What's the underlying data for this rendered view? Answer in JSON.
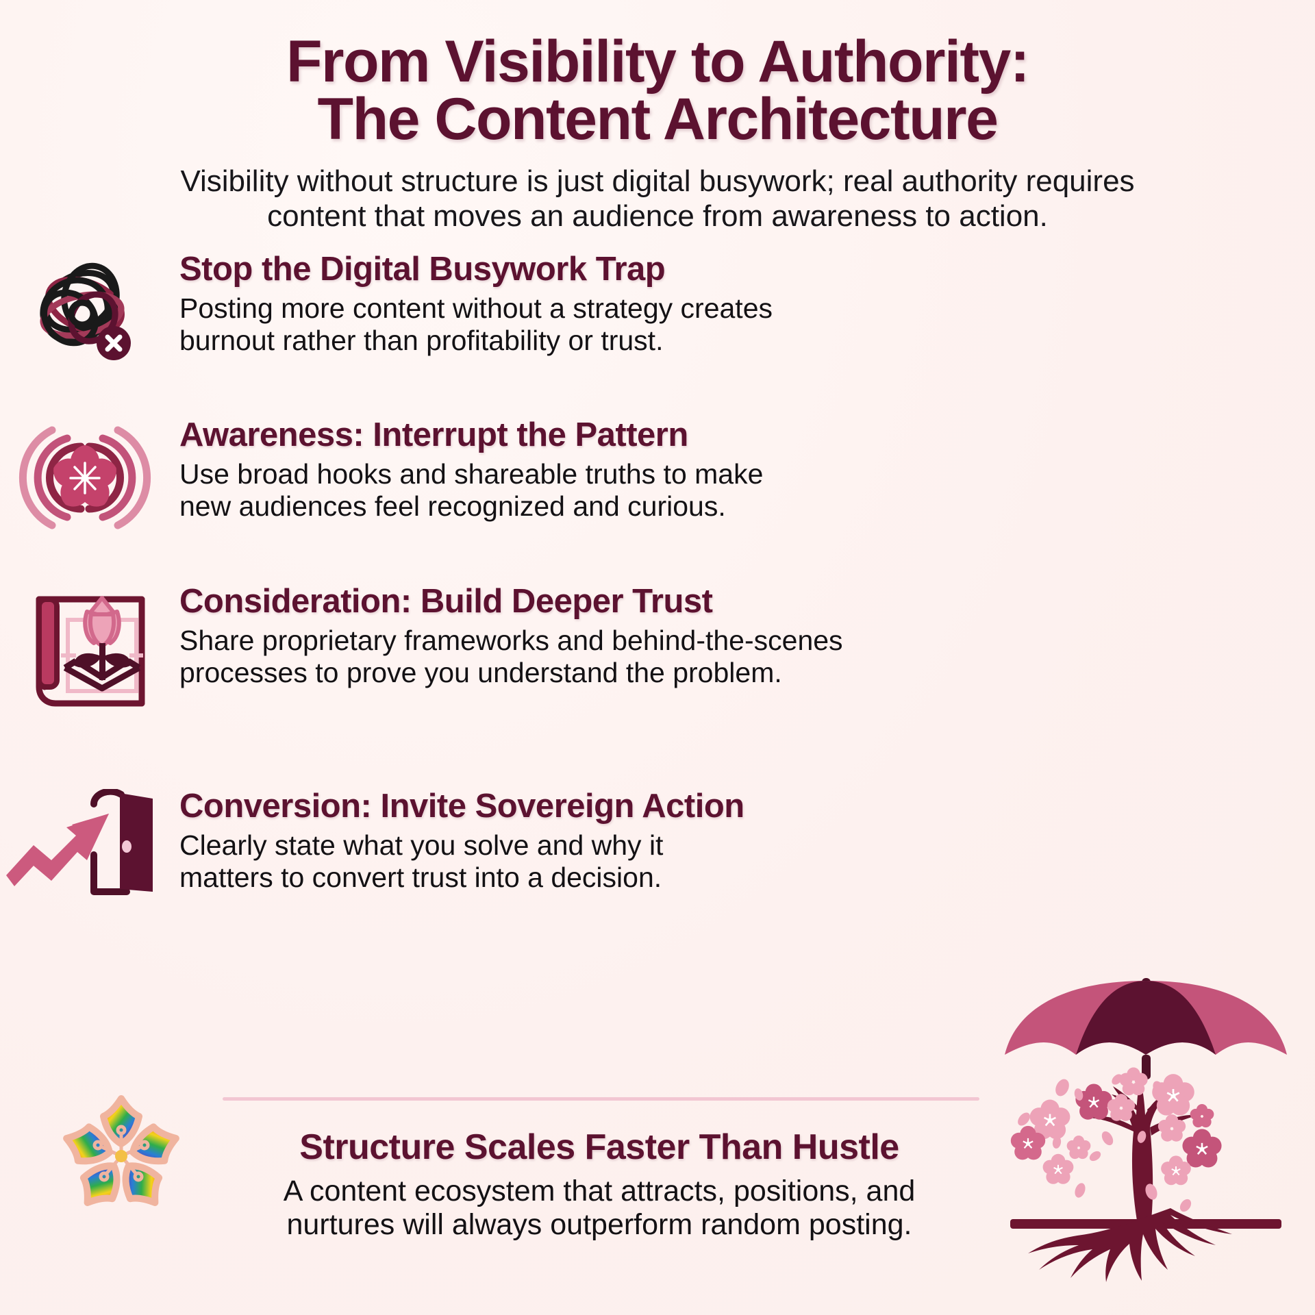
{
  "colors": {
    "background": "#fdf2f0",
    "heading": "#5c1230",
    "body_text": "#131114",
    "accent_pink": "#c9547a",
    "soft_pink": "#f2c6d2",
    "deep_plum": "#5c1230"
  },
  "header": {
    "title_line1": "From Visibility to Authority:",
    "title_line2": "The Content Architecture",
    "subtitle_line1": "Visibility without structure is just digital busywork; real authority",
    "subtitle_line2": "requires content that moves an audience from awareness to action."
  },
  "items": [
    {
      "icon": "tangled-scribble-x-icon",
      "title": "Stop the Digital Busywork Trap",
      "body_line1": "Posting more content without a strategy creates",
      "body_line2": "burnout rather than profitability or trust."
    },
    {
      "icon": "cherry-blossom-signal-waves-icon",
      "title": "Awareness: Interrupt the Pattern",
      "body_line1": "Use broad hooks and shareable truths to make",
      "body_line2": "new audiences feel recognized and curious."
    },
    {
      "icon": "blueprint-scroll-tulip-icon",
      "title": "Consideration: Build Deeper Trust",
      "body_line1": "Share proprietary frameworks and behind-the-scenes",
      "body_line2": "processes to prove you understand the problem."
    },
    {
      "icon": "growth-arrow-open-door-icon",
      "title": "Conversion: Invite Sovereign Action",
      "body_line1": "Clearly state what you solve and why it",
      "body_line2": "matters to convert trust into a decision."
    }
  ],
  "footer": {
    "title": "Structure Scales Faster Than Hustle",
    "body_line1": "A content ecosystem that attracts, positions, and",
    "body_line2": "nurtures will always outperform random posting."
  },
  "decorations": {
    "left_icon": "rainbow-glitter-cherry-blossom-icon",
    "right_icon": "cherry-blossom-tree-umbrella-roots-icon"
  }
}
